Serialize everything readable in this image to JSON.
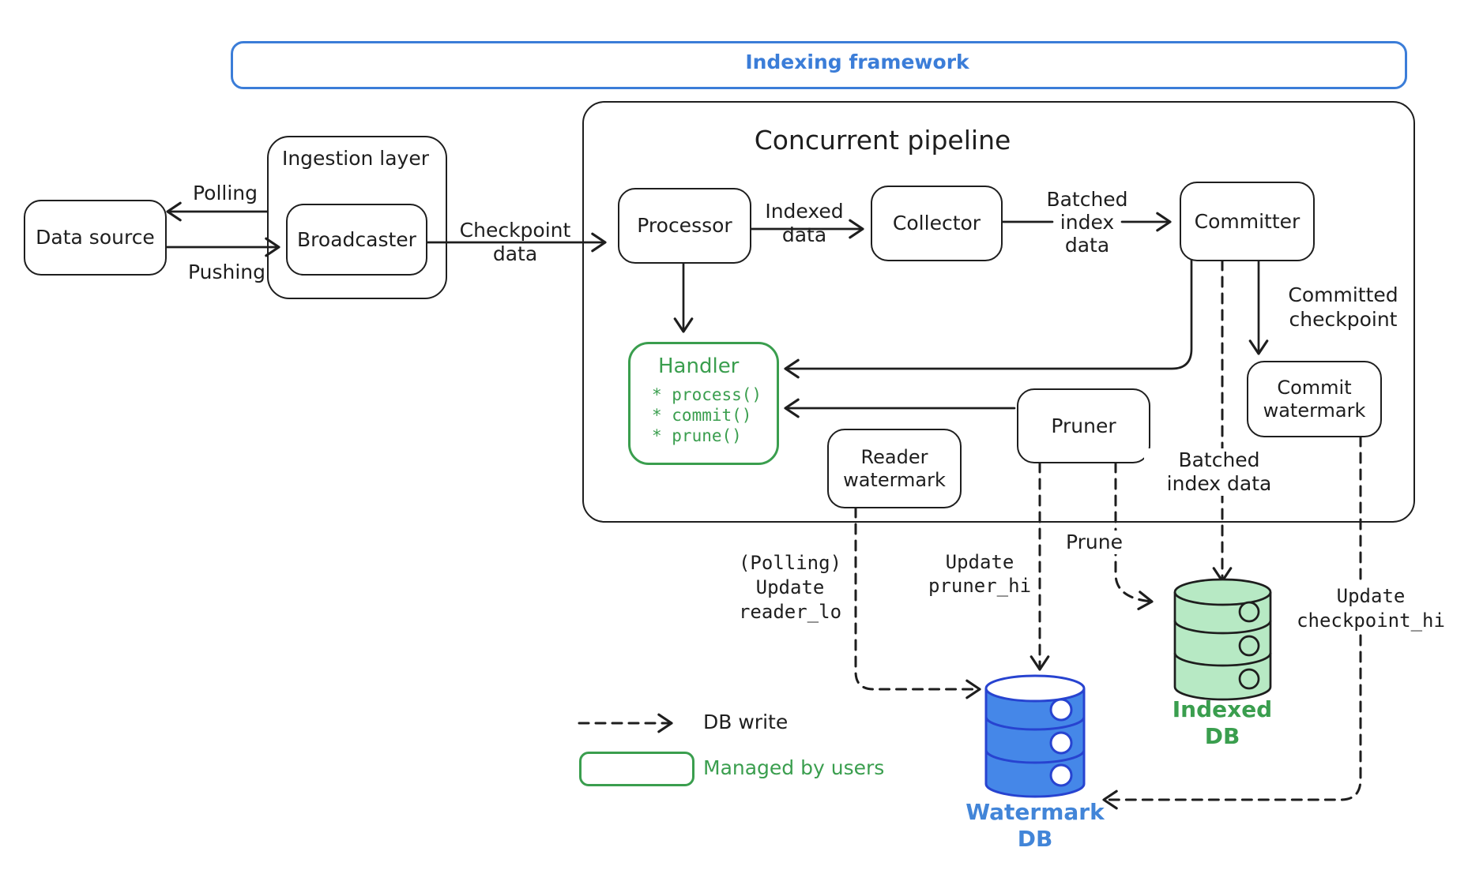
{
  "colors": {
    "ink": "#1e1e1e",
    "blue_accent": "#3b7dd8",
    "watermark_fill": "#4587e8",
    "watermark_stroke": "#2743d0",
    "watermark_label": "#4285d8",
    "green_accent": "#3a9e4e",
    "indexed_fill": "#b7e9c4"
  },
  "banner": {
    "label": "Indexing framework"
  },
  "containers": {
    "ingestion_layer": {
      "label": "Ingestion layer"
    },
    "concurrent_pipeline": {
      "label": "Concurrent pipeline"
    }
  },
  "nodes": {
    "data_source": {
      "label": "Data source"
    },
    "broadcaster": {
      "label": "Broadcaster"
    },
    "processor": {
      "label": "Processor"
    },
    "collector": {
      "label": "Collector"
    },
    "committer": {
      "label": "Committer"
    },
    "handler": {
      "title": "Handler",
      "methods": [
        "* process()",
        "* commit()",
        "* prune()"
      ]
    },
    "pruner": {
      "label": "Pruner"
    },
    "reader_watermark": {
      "label": "Reader\nwatermark"
    },
    "commit_watermark": {
      "label": "Commit\nwatermark"
    }
  },
  "databases": {
    "watermark_db": {
      "label": "Watermark\nDB"
    },
    "indexed_db": {
      "label": "Indexed\nDB"
    }
  },
  "edge_labels": {
    "polling": "Polling",
    "pushing": "Pushing",
    "checkpoint_data": "Checkpoint\ndata",
    "indexed_data": "Indexed\ndata",
    "batched_index_data_lines": [
      "Batched",
      "index",
      "data"
    ],
    "committed_checkpoint": "Committed\ncheckpoint",
    "batched_index_data_bottom": "Batched\nindex data",
    "prune": "Prune",
    "update_pruner_hi": "Update\npruner_hi",
    "polling_update_reader_lo": "(Polling)\nUpdate\nreader_lo",
    "update_checkpoint_hi": "Update\ncheckpoint_hi"
  },
  "legend": {
    "db_write": "DB write",
    "managed_by_users": "Managed by users"
  }
}
